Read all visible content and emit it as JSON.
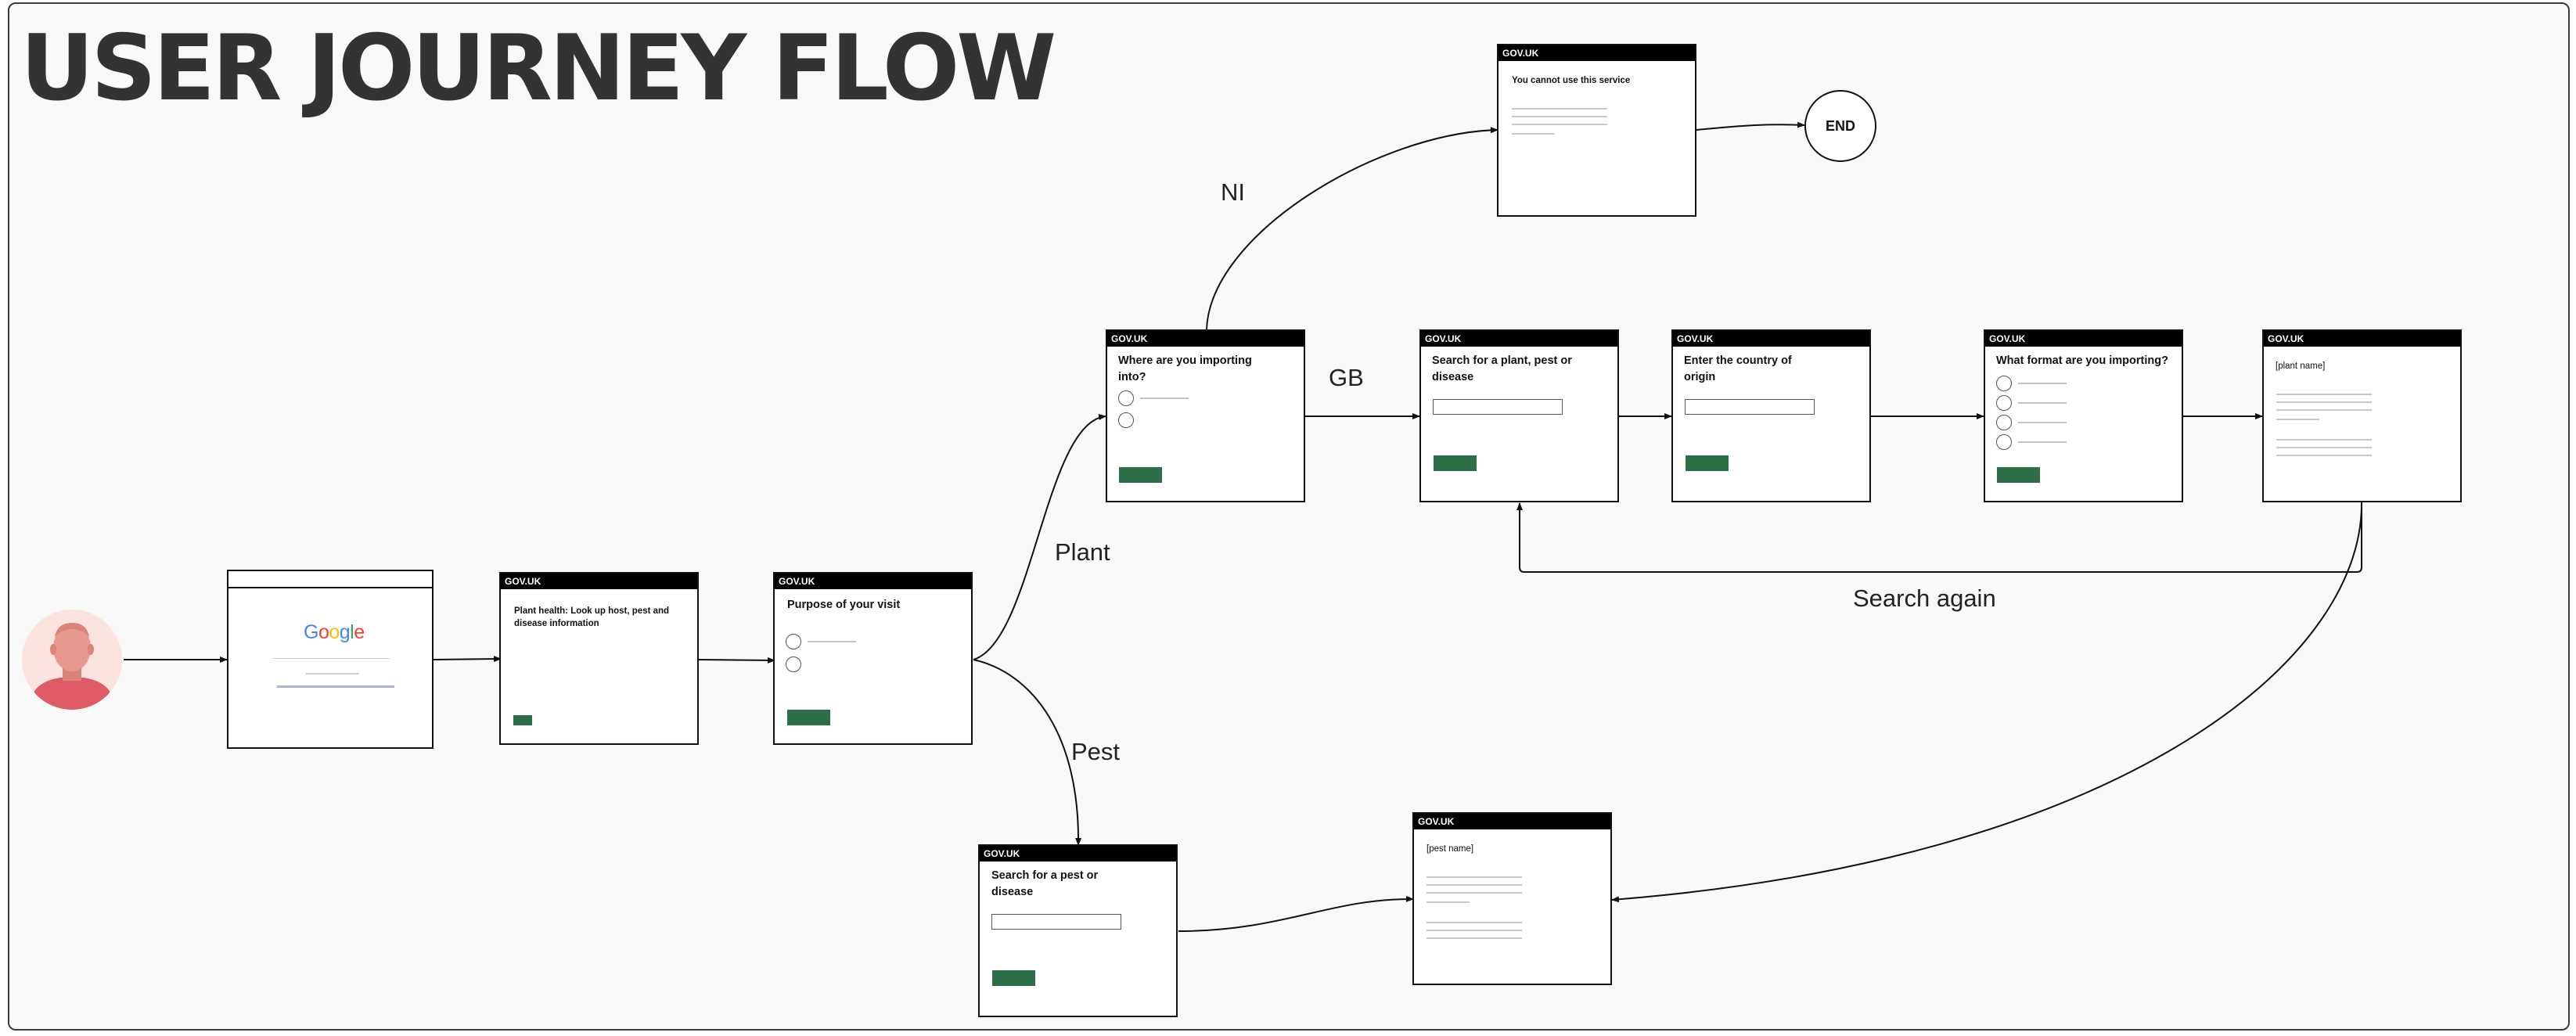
{
  "title": "USER JOURNEY FLOW",
  "end_label": "END",
  "gov_brand": "GOV.UK",
  "search_engine_logo": "Google",
  "colors": {
    "board": "#f9f9f9",
    "title": "#333333",
    "header": "#000000",
    "action_button": "#2c6e45",
    "avatar_bg": "#fbe3e0",
    "avatar_skin": "#e8998f",
    "avatar_shirt": "#de5a67"
  },
  "edge_labels": {
    "ni": "NI",
    "gb": "GB",
    "plant": "Plant",
    "pest": "Pest",
    "search_again": "Search again"
  },
  "screens": {
    "start": "Plant health: Look up host, pest and disease information",
    "purpose": "Purpose of your visit",
    "importing": "Where are you importing into?",
    "not_allowed": "You cannot use this service",
    "search_plant": "Search for a plant, pest or disease",
    "country": "Enter the country of origin",
    "format": "What format are you importing?",
    "plant_result": "[plant name]",
    "search_pest": "Search for a pest or disease",
    "pest_result": "[pest name]"
  }
}
